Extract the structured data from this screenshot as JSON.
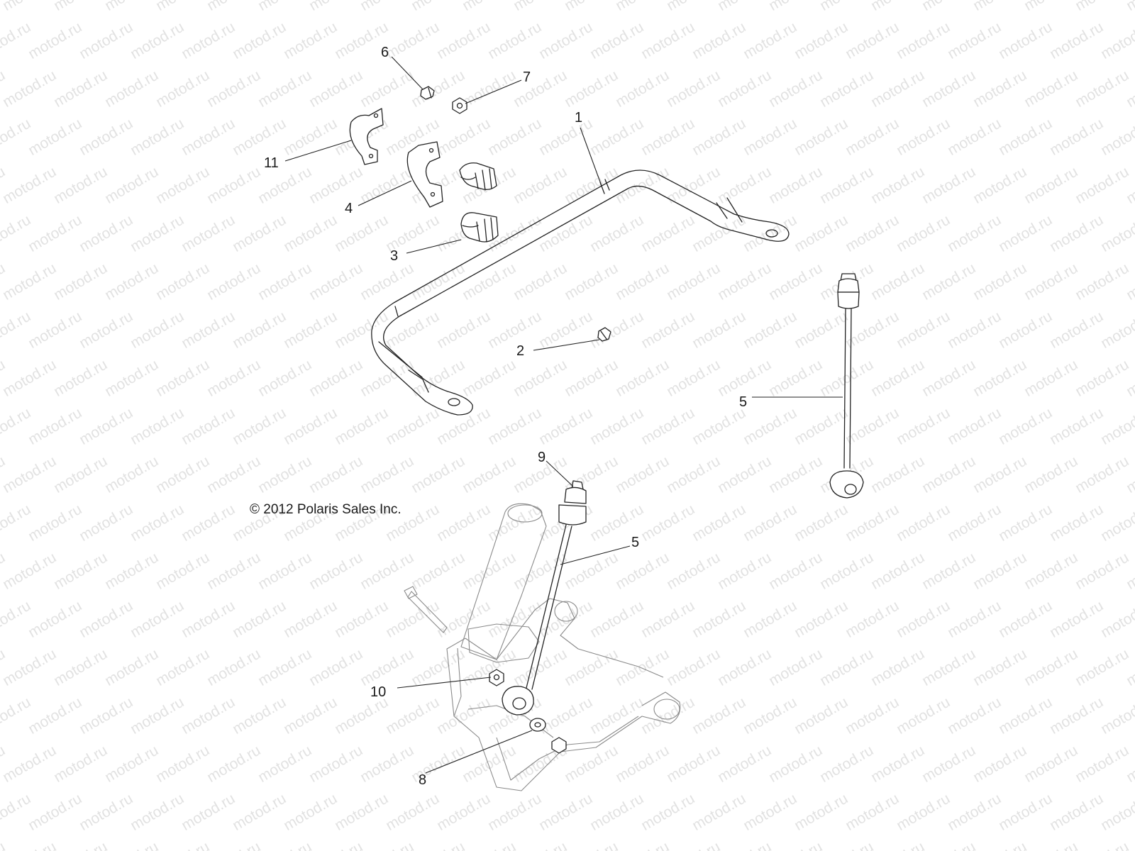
{
  "watermark": "motod.ru",
  "copyright": "© 2012 Polaris Sales Inc.",
  "callouts": [
    {
      "id": "1",
      "label": "1"
    },
    {
      "id": "2",
      "label": "2"
    },
    {
      "id": "3",
      "label": "3"
    },
    {
      "id": "4",
      "label": "4"
    },
    {
      "id": "5a",
      "label": "5"
    },
    {
      "id": "5b",
      "label": "5"
    },
    {
      "id": "6",
      "label": "6"
    },
    {
      "id": "7",
      "label": "7"
    },
    {
      "id": "8",
      "label": "8"
    },
    {
      "id": "9",
      "label": "9"
    },
    {
      "id": "10",
      "label": "10"
    },
    {
      "id": "11",
      "label": "11"
    }
  ],
  "colors": {
    "line": "#222222",
    "ghost": "#8a8a8a",
    "watermark": "#e2e2e2"
  }
}
